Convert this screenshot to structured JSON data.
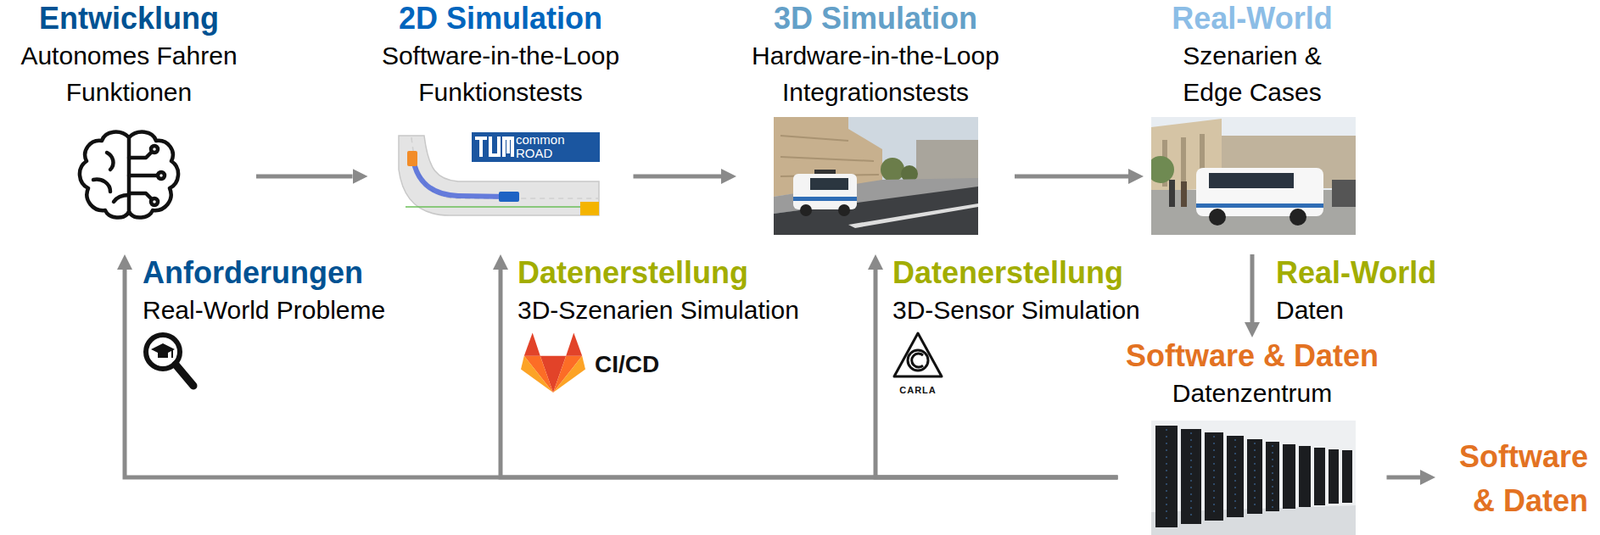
{
  "diagram": {
    "nodes": [
      {
        "text": [
          "Entwicklung",
          "Autonomes Fahren Funktionen"
        ]
      },
      {
        "text": [
          "2D Simulation",
          "Software-in-the-Loop Funktionstests"
        ]
      },
      {
        "text": [
          "3D Simulation",
          "Hardware-in-the-Loop Integrationstests"
        ]
      },
      {
        "text": [
          "Real-World",
          "Szenarien & Edge Cases"
        ]
      },
      {
        "text": [
          "Anforderungen",
          "Real-World Probleme"
        ]
      },
      {
        "text": [
          "Datenerstellung",
          "3D-Szenarien Simulation",
          "CI/CD"
        ]
      },
      {
        "text": [
          "Datenerstellung",
          "3D-Sensor Simulation",
          "CARLA"
        ]
      },
      {
        "text": [
          "Real-World",
          "Daten"
        ]
      },
      {
        "text": [
          "Software & Daten",
          "Datenzentrum"
        ]
      },
      {
        "text": [
          "Software & Daten"
        ]
      }
    ],
    "edges": [
      {
        "from": 0,
        "to": 1,
        "arrow": "to"
      },
      {
        "from": 1,
        "to": 2,
        "arrow": "to"
      },
      {
        "from": 2,
        "to": 3,
        "arrow": "to"
      },
      {
        "from": 3,
        "to": 8,
        "arrow": "to"
      },
      {
        "from": 8,
        "to": 0,
        "arrow": "to"
      },
      {
        "from": 8,
        "to": 1,
        "arrow": "to"
      },
      {
        "from": 8,
        "to": 2,
        "arrow": "to"
      },
      {
        "from": 8,
        "to": 9,
        "arrow": "to"
      }
    ],
    "labels": [
      "common ROAD"
    ]
  }
}
